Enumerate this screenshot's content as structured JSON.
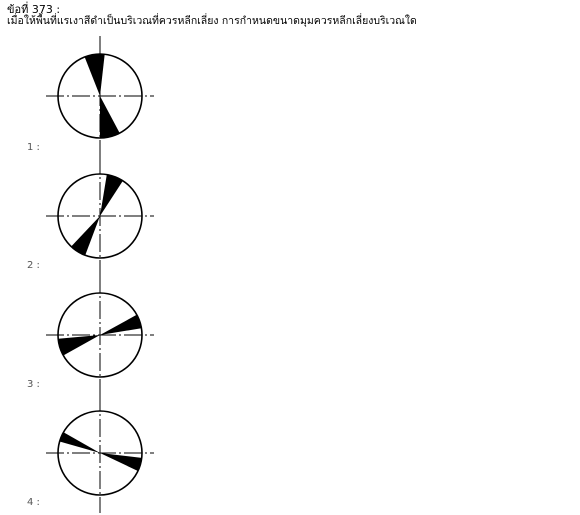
{
  "question": {
    "number": "ข้อที่ 373 :",
    "text": "เมื่อให้พื้นที่แรเงาสีดำเป็นบริเวณที่ควรหลีกเลี่ยง การกำหนดขนาดมุมควรหลีกเลี่ยงบริเวณใด"
  },
  "choices": [
    {
      "label": "1 :",
      "figure": "circle-shaded-near-vertical"
    },
    {
      "label": "2 :",
      "figure": "circle-shaded-steep-diagonal"
    },
    {
      "label": "3 :",
      "figure": "circle-shaded-shallow-diagonal"
    },
    {
      "label": "4 :",
      "figure": "circle-shaded-near-horizontal"
    }
  ],
  "colors": {
    "shade": "#000000",
    "line": "#000000"
  }
}
